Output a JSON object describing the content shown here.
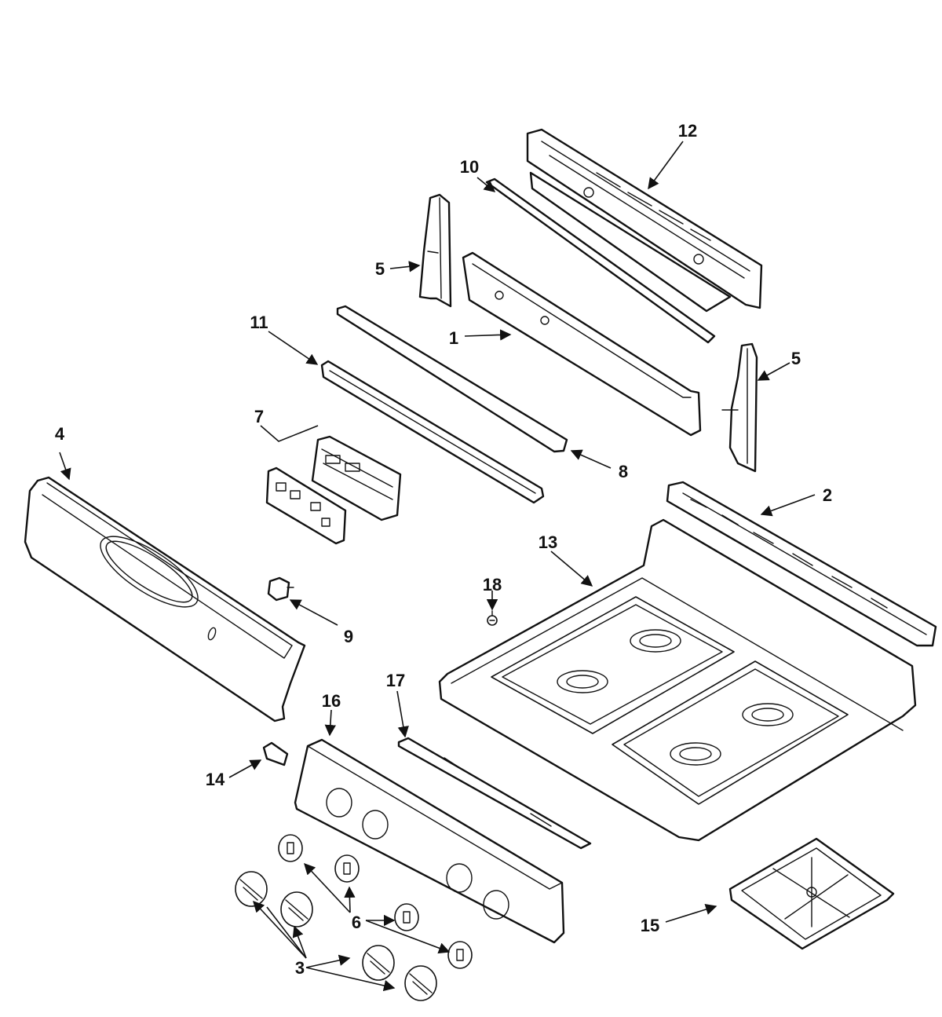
{
  "callouts": {
    "c1": "1",
    "c2": "2",
    "c3": "3",
    "c4": "4",
    "c5a": "5",
    "c5b": "5",
    "c6": "6",
    "c7": "7",
    "c8": "8",
    "c9": "9",
    "c10": "10",
    "c11": "11",
    "c12": "12",
    "c13": "13",
    "c14": "14",
    "c15": "15",
    "c16": "16",
    "c17": "17",
    "c18": "18"
  },
  "colors": {
    "line": "#111111",
    "background": "#ffffff"
  }
}
